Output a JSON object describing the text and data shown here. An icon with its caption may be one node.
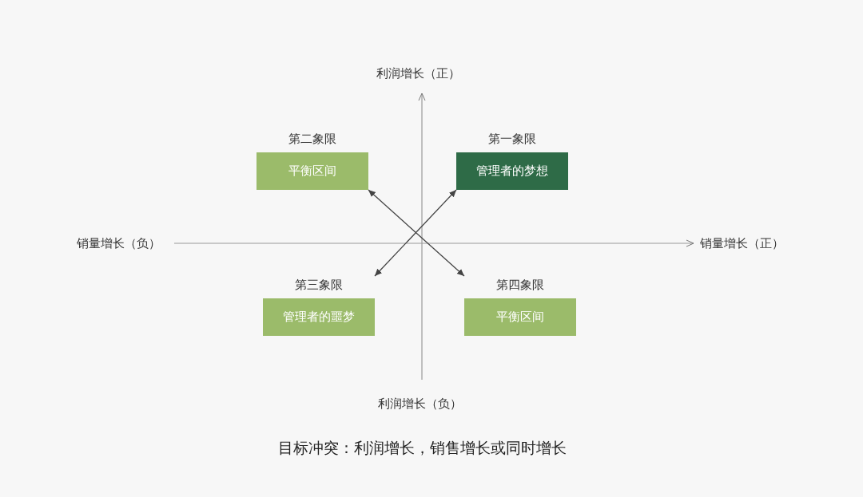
{
  "diagram": {
    "caption": "目标冲突：利润增长，销售增长或同时增长",
    "nodes": [
      {
        "text": [
          "第一象限",
          "管理者的梦想"
        ]
      },
      {
        "text": [
          "第二象限",
          "平衡区间"
        ]
      },
      {
        "text": [
          "第三象限",
          "管理者的噩梦"
        ]
      },
      {
        "text": [
          "第四象限",
          "平衡区间"
        ]
      }
    ],
    "edges": [
      {
        "from": 2,
        "to": 0,
        "arrow": "both"
      },
      {
        "from": 1,
        "to": 3,
        "arrow": "both"
      }
    ],
    "labels": [
      "利润增长（正）",
      "销量增长（负）",
      "销量增长（正）",
      "利润增长（负）"
    ]
  }
}
